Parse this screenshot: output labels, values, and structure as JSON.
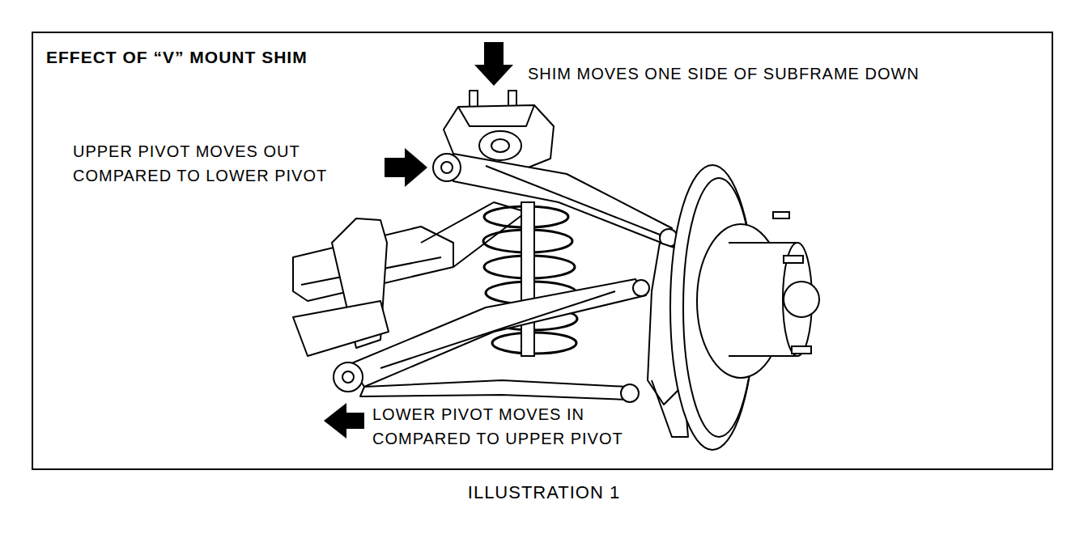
{
  "diagram": {
    "title": "EFFECT OF “V” MOUNT SHIM",
    "caption": "ILLUSTRATION 1",
    "labels": [
      "SHIM MOVES ONE SIDE OF SUBFRAME DOWN",
      "UPPER PIVOT MOVES OUT COMPARED TO LOWER PIVOT",
      "LOWER PIVOT MOVES IN COMPARED TO UPPER PIVOT"
    ]
  }
}
